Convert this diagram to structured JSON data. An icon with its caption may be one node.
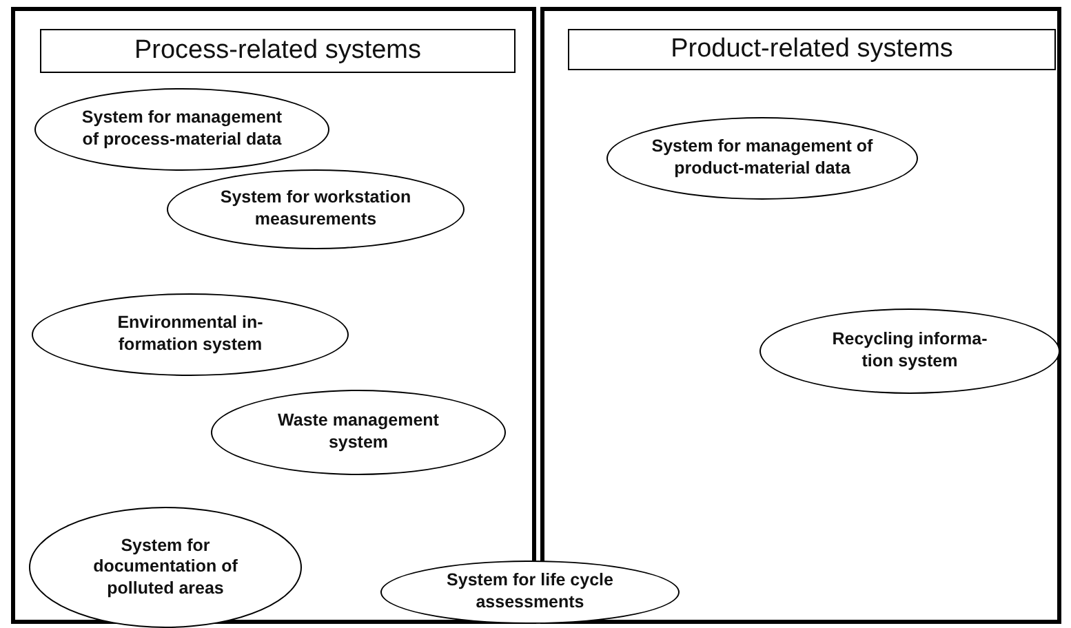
{
  "diagram": {
    "nodes": [
      {
        "text": [],
        "shape": "box"
      },
      {
        "text": [
          "Process-related systems"
        ],
        "in": 0
      },
      {
        "text": [
          "System for management of process-material data"
        ],
        "in": 0
      },
      {
        "text": [
          "System for workstation measurements"
        ],
        "in": 0
      },
      {
        "text": [
          "Environmental in- formation system"
        ],
        "in": 0
      },
      {
        "text": [
          "Waste management system"
        ],
        "in": 0
      },
      {
        "text": [
          "System for documentation of polluted areas"
        ],
        "in": 0
      },
      {
        "text": [],
        "shape": "box"
      },
      {
        "text": [
          "Product-related systems"
        ],
        "in": 7
      },
      {
        "text": [
          "System for management of product-material data"
        ],
        "in": 7
      },
      {
        "text": [
          "Recycling informa- tion system"
        ],
        "in": 7
      },
      {
        "text": [
          "System for life cycle assessments"
        ]
      }
    ]
  }
}
